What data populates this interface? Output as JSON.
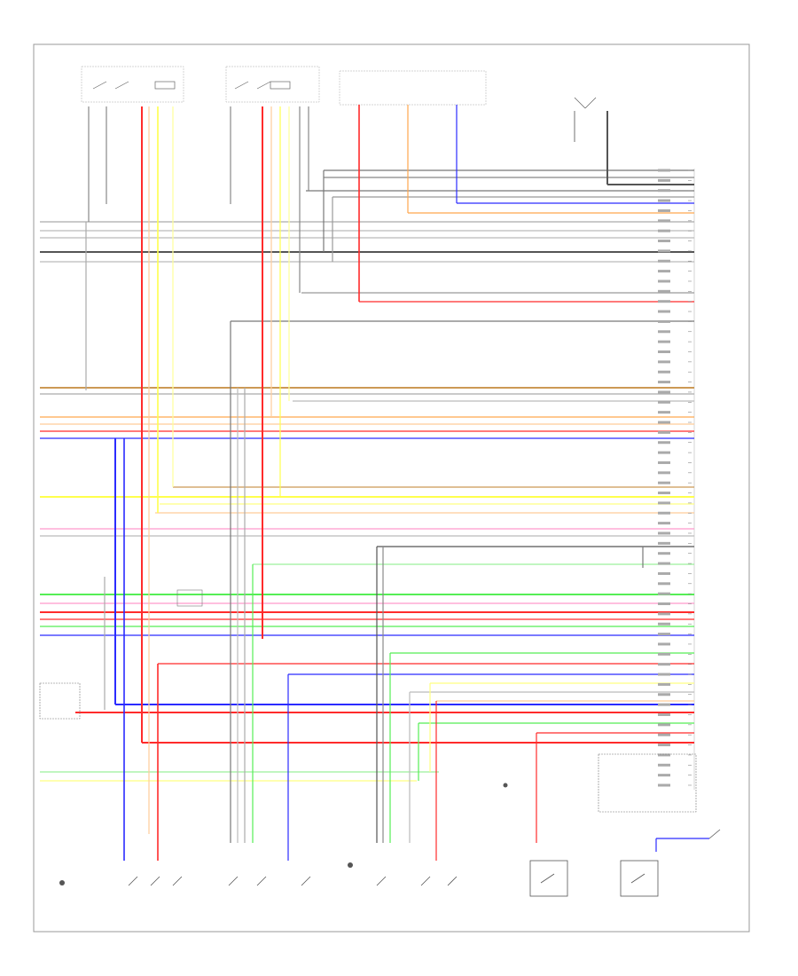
{
  "diagram": {
    "page_code": "",
    "top_components": [
      {
        "id": "lf_door_sw",
        "label": ""
      },
      {
        "id": "lr_door_sw",
        "label": ""
      },
      {
        "id": "fuse_a",
        "label": ""
      },
      {
        "id": "fuse_b",
        "label": ""
      },
      {
        "id": "fuse_c",
        "label": ""
      },
      {
        "id": "fuse_note",
        "label": ""
      },
      {
        "id": "sensor_top_right",
        "label": ""
      }
    ],
    "bottom_components": [
      {
        "id": "rear_door_sw",
        "label": ""
      },
      {
        "id": "door_lock_1",
        "label": ""
      },
      {
        "id": "door_lock_2",
        "label": ""
      },
      {
        "id": "hatch_sw_1",
        "label": ""
      },
      {
        "id": "hatch_sw_2",
        "label": ""
      },
      {
        "id": "hatch_sw_3",
        "label": ""
      }
    ],
    "connector_pins": 62,
    "colors": {
      "red": "#ff2b2b",
      "orange": "#ffa64d",
      "yellow": "#ffff4d",
      "green": "#55ee55",
      "blue": "#2b2bff",
      "black": "#555555",
      "gray": "#b3b3b3",
      "pink": "#ff99cc",
      "brown": "#cc9955",
      "purple": "#cc66cc",
      "light_green": "#9cf09c"
    }
  }
}
